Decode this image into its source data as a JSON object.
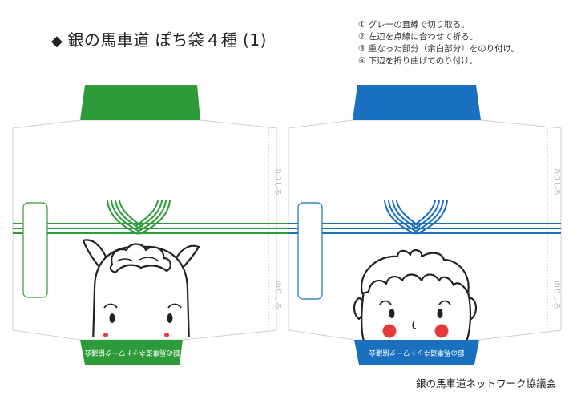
{
  "header": {
    "title": "銀の馬車道 ぽち袋４種 (1)"
  },
  "instructions": [
    "① グレーの直線で切り取る。",
    "② 左辺を点線に合わせて折る。",
    "③ 重なった部分（余白部分）をのり付け。",
    "④ 下辺を折り曲げてのり付け。"
  ],
  "envelopes": [
    {
      "color": "#2e9b3a",
      "character": "horse",
      "glue_label_top": "のりしろ",
      "glue_label_bottom": "のりしろ",
      "bottom_band_text": "銀の馬車道ネットワーク協議会"
    },
    {
      "color": "#1a6fbf",
      "character": "boy",
      "glue_label_top": "のりしろ",
      "glue_label_bottom": "のりしろ",
      "bottom_band_text": "銀の馬車道ネットワーク協議会"
    }
  ],
  "footer": {
    "org_name": "銀の馬車道ネットワーク協議会"
  }
}
